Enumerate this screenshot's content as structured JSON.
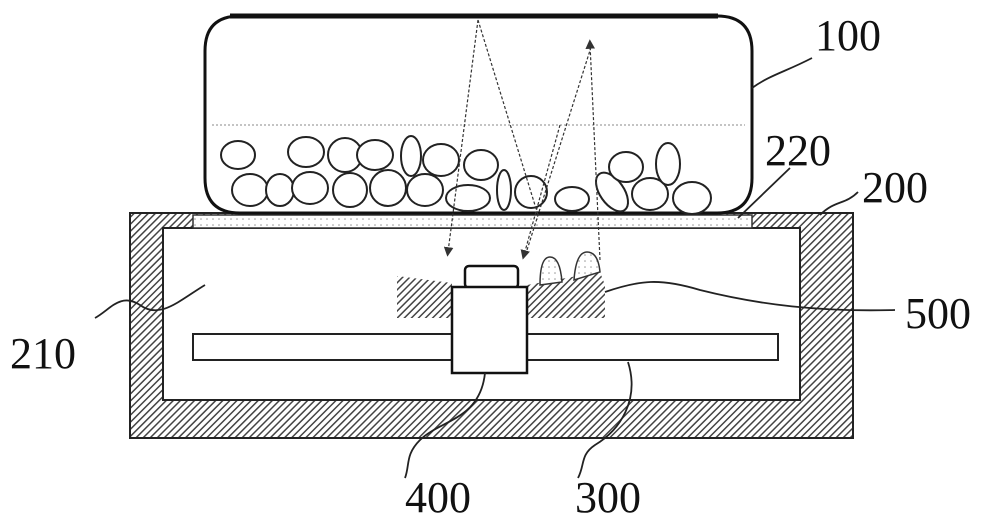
{
  "labels": {
    "container": "100",
    "base": "200",
    "cavity": "210",
    "plate": "220",
    "rail": "300",
    "sensor": "400",
    "sample": "500"
  }
}
